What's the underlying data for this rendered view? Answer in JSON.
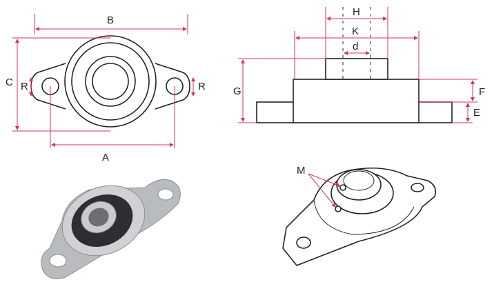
{
  "labels": {
    "B": "B",
    "C": "C",
    "R_left": "R",
    "R_right": "R",
    "A": "A",
    "H": "H",
    "K": "K",
    "d": "d",
    "G": "G",
    "F": "F",
    "E": "E",
    "M": "M"
  },
  "colors": {
    "dimension": "#d8325a",
    "outline": "#222222"
  }
}
